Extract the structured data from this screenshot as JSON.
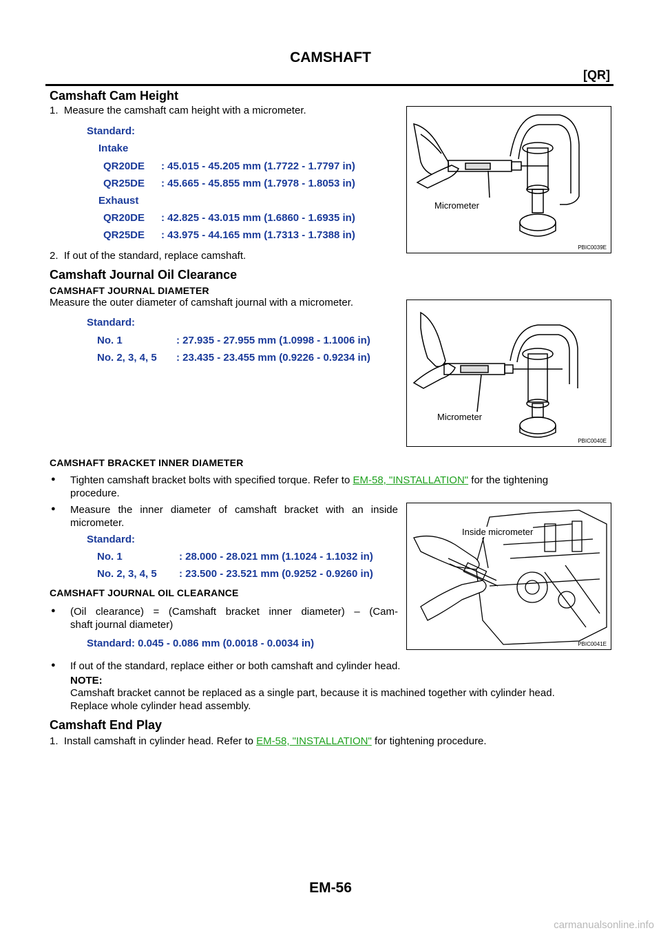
{
  "header": {
    "title": "CAMSHAFT",
    "code": "[QR]"
  },
  "s1": {
    "heading": "Camshaft Cam Height",
    "step1": "1.  Measure the camshaft cam height with a micrometer.",
    "standard": "Standard:",
    "intake": "Intake",
    "exhaust": "Exhaust",
    "rows": [
      {
        "model": "QR20DE",
        "value": ": 45.015 - 45.205 mm (1.7722 - 1.7797 in)"
      },
      {
        "model": "QR25DE",
        "value": ": 45.665 - 45.855 mm (1.7978 - 1.8053 in)"
      },
      {
        "model": "QR20DE",
        "value": ": 42.825 - 43.015 mm (1.6860 - 1.6935 in)"
      },
      {
        "model": "QR25DE",
        "value": ": 43.975 - 44.165 mm (1.7313 - 1.7388 in)"
      }
    ],
    "step2": "2.  If out of the standard, replace camshaft.",
    "figure": {
      "label": "Micrometer",
      "id": "PBIC0039E"
    }
  },
  "s2": {
    "heading": "Camshaft Journal Oil Clearance",
    "sub1": "CAMSHAFT JOURNAL DIAMETER",
    "text1": "Measure the outer diameter of camshaft journal with a micrometer.",
    "standard": "Standard:",
    "rows": [
      {
        "no": "No. 1",
        "value": ": 27.935 - 27.955 mm (1.0998 - 1.1006 in)"
      },
      {
        "no": "No. 2, 3, 4, 5",
        "value": ": 23.435 - 23.455 mm (0.9226 - 0.9234 in)"
      }
    ],
    "figure": {
      "label": "Micrometer",
      "id": "PBIC0040E"
    },
    "sub2": "CAMSHAFT BRACKET INNER DIAMETER",
    "bullet1_pre": "Tighten camshaft bracket bolts with specified torque. Refer to ",
    "bullet1_link": "EM-58, \"INSTALLATION\"",
    "bullet1_post": " for the tightening",
    "bullet1_line2": "procedure.",
    "bullet2_line1": "Measure the inner diameter of camshaft bracket with an inside",
    "bullet2_line2": "micrometer.",
    "standard2": "Standard:",
    "rows2": [
      {
        "no": "No. 1",
        "value": ": 28.000 - 28.021 mm (1.1024 - 1.1032 in)"
      },
      {
        "no": "No. 2, 3, 4, 5",
        "value": ": 23.500 - 23.521 mm (0.9252 - 0.9260 in)"
      }
    ],
    "figure2": {
      "label": "Inside micrometer",
      "id": "PBIC0041E"
    },
    "sub3": "CAMSHAFT JOURNAL OIL CLEARANCE",
    "bullet3_line1": "(Oil clearance) = (Camshaft bracket inner diameter) – (Cam-",
    "bullet3_line2": "shaft journal diameter)",
    "standard3": "Standard: 0.045 - 0.086 mm (0.0018 - 0.0034 in)",
    "bullet4": "If out of the standard, replace either or both camshaft and cylinder head.",
    "note_label": "NOTE:",
    "note_line1": "Camshaft bracket cannot be replaced as a single part, because it is machined together with cylinder head.",
    "note_line2": "Replace whole cylinder head assembly."
  },
  "s3": {
    "heading": "Camshaft End Play",
    "step1_pre": "1.  Install camshaft in cylinder head. Refer to ",
    "step1_link": "EM-58, \"INSTALLATION\"",
    "step1_post": " for tightening procedure."
  },
  "footer": {
    "page": "EM-56",
    "watermark": "carmanualsonline.info"
  }
}
